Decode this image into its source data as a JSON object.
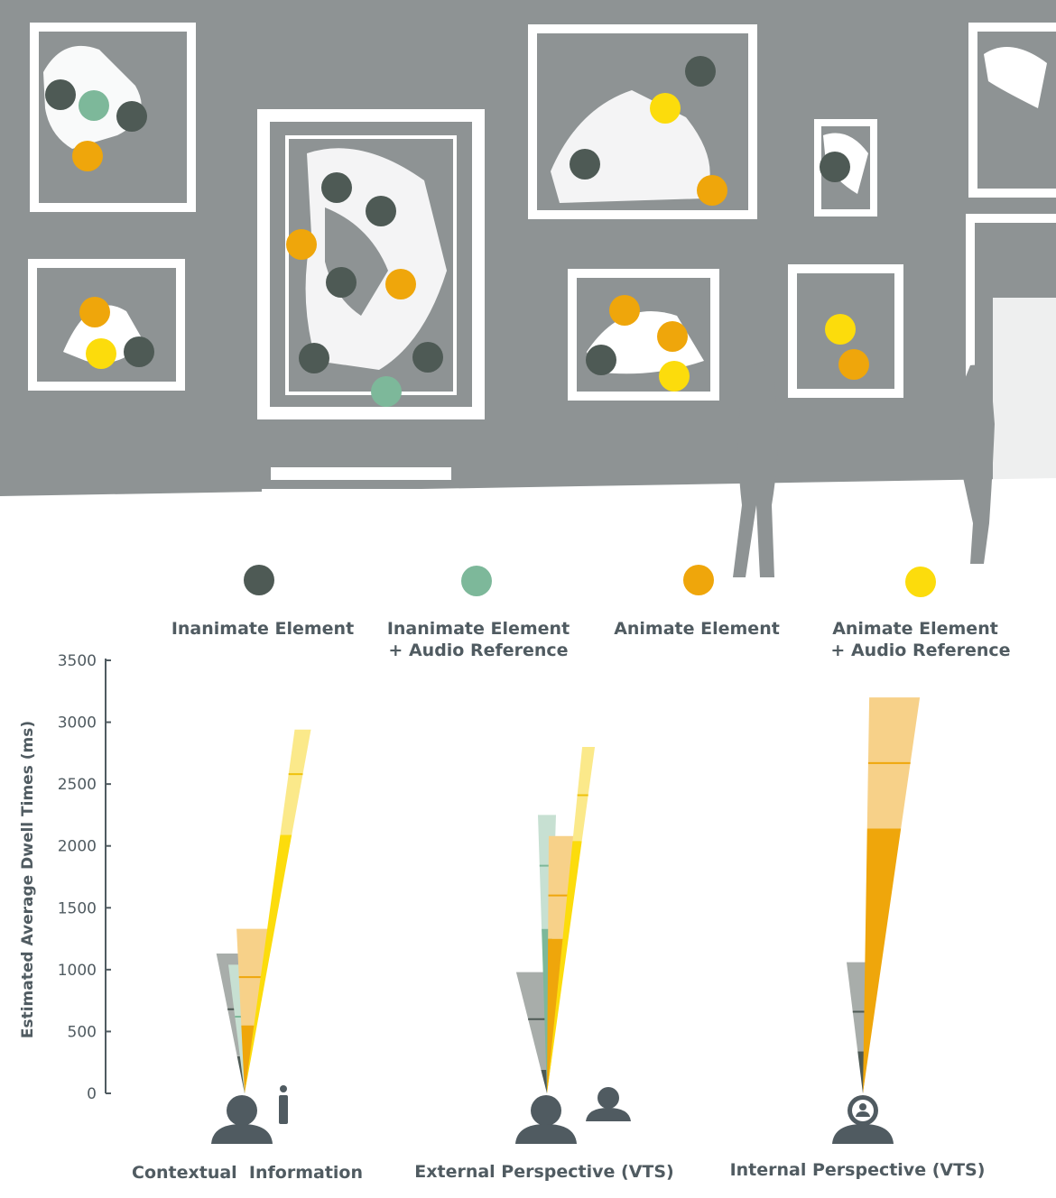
{
  "colors": {
    "wall": "#8e9394",
    "frame": "#ffffff",
    "text": "#505b61",
    "inanimate": "#4e5a55",
    "inanimate_audio": "#7db89a",
    "animate": "#efa60b",
    "animate_audio": "#fcdc0c",
    "person_icon": "#505b61"
  },
  "legend": [
    {
      "key": "inanimate",
      "line1": "Inanimate Element",
      "line2": ""
    },
    {
      "key": "inanimate_audio",
      "line1": "Inanimate Element",
      "line2": "+ Audio Reference"
    },
    {
      "key": "animate",
      "line1": "Animate Element",
      "line2": ""
    },
    {
      "key": "animate_audio",
      "line1": "Animate Element",
      "line2": "+ Audio Reference"
    }
  ],
  "icons": [
    "contextual-information-icon",
    "external-perspective-icon",
    "internal-perspective-icon"
  ],
  "chart_data": {
    "type": "bar",
    "ylabel": "Estimated Average Dwell Times (ms)",
    "ylim": [
      0,
      3500
    ],
    "yticks": [
      "0",
      "500",
      "1000",
      "1500",
      "2000",
      "2500",
      "3000",
      "3500"
    ],
    "categories": [
      "Contextual  Information",
      "External Perspective (VTS)",
      "Internal Perspective (VTS)"
    ],
    "series": [
      {
        "name": "Inanimate Element",
        "values": [
          {
            "low": 300,
            "mean": 680,
            "high": 1130
          },
          {
            "low": 190,
            "mean": 600,
            "high": 980
          },
          {
            "low": 340,
            "mean": 660,
            "high": 1060
          }
        ]
      },
      {
        "name": "Inanimate Element + Audio Reference",
        "values": [
          {
            "low": 0,
            "mean": 620,
            "high": 1040
          },
          {
            "low": 1330,
            "mean": 1840,
            "high": 2250
          },
          null
        ]
      },
      {
        "name": "Animate Element",
        "values": [
          {
            "low": 550,
            "mean": 940,
            "high": 1330
          },
          {
            "low": 1250,
            "mean": 1600,
            "high": 2080
          },
          {
            "low": 2140,
            "mean": 2670,
            "high": 3200
          }
        ]
      },
      {
        "name": "Animate Element + Audio Reference",
        "values": [
          {
            "low": 2090,
            "mean": 2580,
            "high": 2940
          },
          {
            "low": 2040,
            "mean": 2410,
            "high": 2800
          },
          null
        ]
      }
    ]
  }
}
